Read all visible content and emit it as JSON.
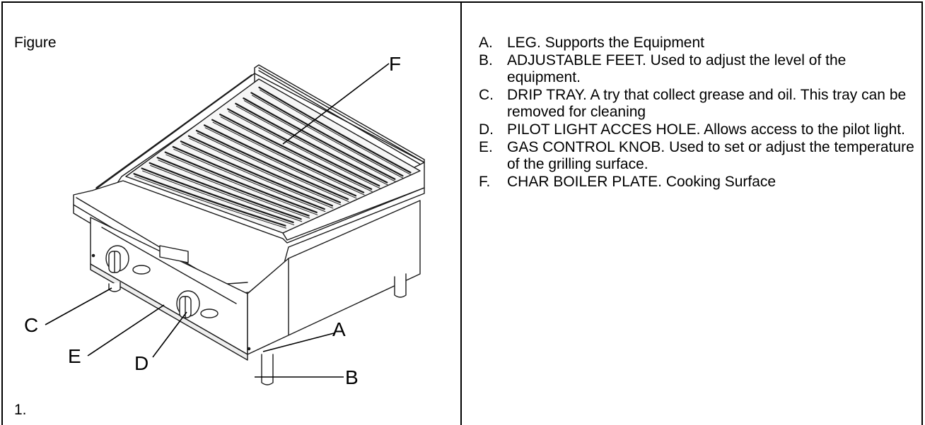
{
  "figure": {
    "title": "Figure",
    "number": "1.",
    "callouts": {
      "A": "A",
      "B": "B",
      "C": "C",
      "D": "D",
      "E": "E",
      "F": "F"
    }
  },
  "parts": [
    {
      "letter": "A.",
      "text": "LEG. Supports the Equipment"
    },
    {
      "letter": "B.",
      "text": "ADJUSTABLE FEET. Used to adjust the level of the equipment."
    },
    {
      "letter": "C.",
      "text": "DRIP TRAY. A try that collect grease and oil. This tray can be removed for cleaning"
    },
    {
      "letter": "D.",
      "text": "PILOT LIGHT ACCES HOLE. Allows access to the pilot light."
    },
    {
      "letter": "E.",
      "text": "GAS CONTROL KNOB. Used to set or adjust the temperature of the grilling surface."
    },
    {
      "letter": "F.",
      "text": "CHAR BOILER PLATE. Cooking Surface"
    }
  ]
}
